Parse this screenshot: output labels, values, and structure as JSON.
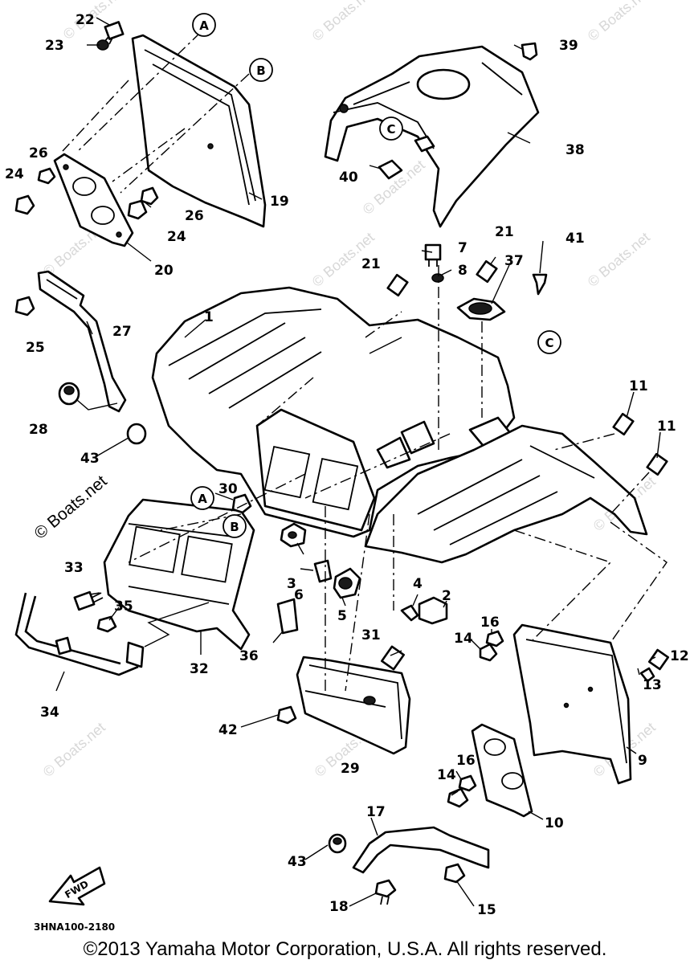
{
  "callouts": [
    "1",
    "2",
    "3",
    "4",
    "5",
    "6",
    "7",
    "8",
    "9",
    "10",
    "11",
    "11",
    "12",
    "13",
    "14",
    "14",
    "15",
    "16",
    "16",
    "17",
    "18",
    "19",
    "20",
    "21",
    "21",
    "22",
    "23",
    "24",
    "24",
    "25",
    "26",
    "26",
    "27",
    "28",
    "29",
    "30",
    "31",
    "32",
    "33",
    "34",
    "35",
    "36",
    "37",
    "38",
    "39",
    "40",
    "41",
    "42",
    "43",
    "43"
  ],
  "reference_letters": [
    "A",
    "A",
    "B",
    "B",
    "C",
    "C"
  ],
  "watermarks": [
    "© Boats.net"
  ],
  "arrow_label": "FWD",
  "diagram_code": "3HNA100-2180",
  "copyright": "©2013 Yamaha Motor Corporation, U.S.A. All rights reserved."
}
